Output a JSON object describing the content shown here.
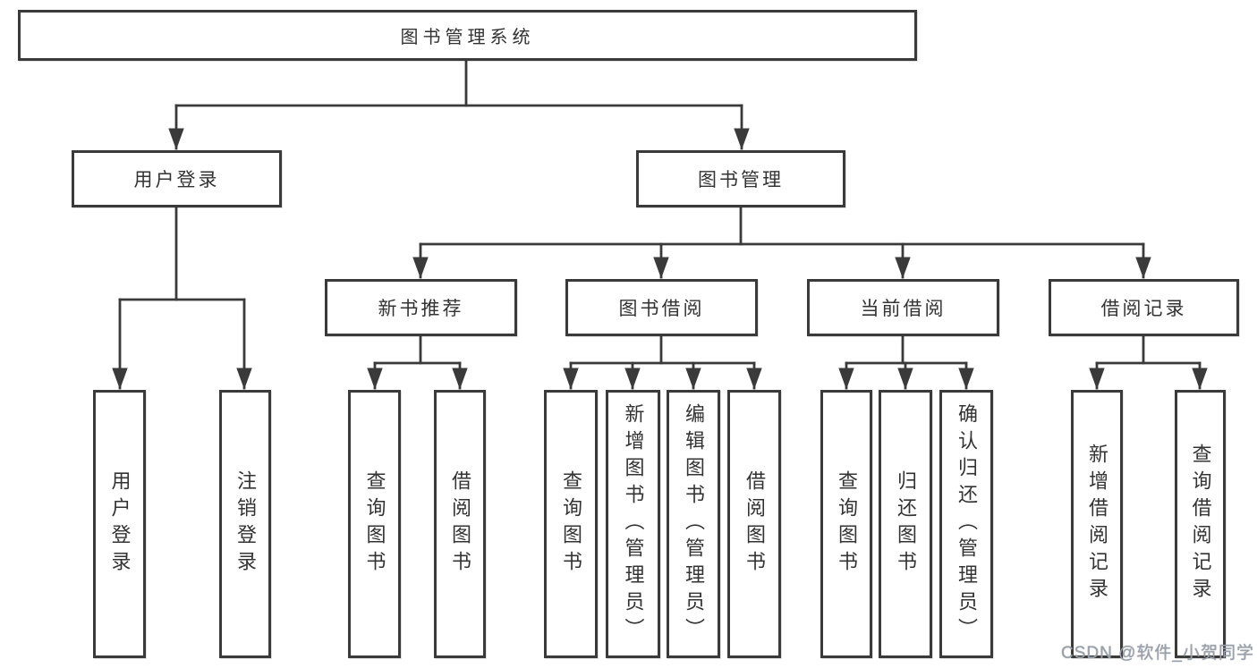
{
  "diagram": {
    "title": "图书管理系统",
    "colors": {
      "line": "#3a3a3a",
      "box_border": "#3a3a3a",
      "text": "#333333",
      "background": "#ffffff",
      "watermark": "#9ba1aa"
    },
    "nodes": {
      "root": {
        "label": "图书管理系统"
      },
      "user_login": {
        "label": "用户登录"
      },
      "book_mgmt": {
        "label": "图书管理"
      },
      "new_book_rec": {
        "label": "新书推荐"
      },
      "book_borrow": {
        "label": "图书借阅"
      },
      "current_borrow": {
        "label": "当前借阅"
      },
      "borrow_record": {
        "label": "借阅记录"
      },
      "login_action": {
        "label": "用户登录"
      },
      "logout_action": {
        "label": "注销登录"
      },
      "rec_query_books": {
        "label": "查询图书"
      },
      "rec_borrow_books": {
        "label": "借阅图书"
      },
      "bb_query_books": {
        "label": "查询图书"
      },
      "bb_add_books": {
        "label": "新增图书（管理员）"
      },
      "bb_edit_books": {
        "label": "编辑图书（管理员）"
      },
      "bb_borrow_books": {
        "label": "借阅图书"
      },
      "cb_query_books": {
        "label": "查询图书"
      },
      "cb_return_books": {
        "label": "归还图书"
      },
      "cb_confirm_return": {
        "label": "确认归还（管理员）"
      },
      "br_add_record": {
        "label": "新增借阅记录"
      },
      "br_query_record": {
        "label": "查询借阅记录"
      }
    },
    "hierarchy": [
      {
        "parent": "图书管理系统",
        "children": [
          "用户登录",
          "图书管理"
        ]
      },
      {
        "parent": "用户登录",
        "children": [
          "用户登录",
          "注销登录"
        ]
      },
      {
        "parent": "图书管理",
        "children": [
          "新书推荐",
          "图书借阅",
          "当前借阅",
          "借阅记录"
        ]
      },
      {
        "parent": "新书推荐",
        "children": [
          "查询图书",
          "借阅图书"
        ]
      },
      {
        "parent": "图书借阅",
        "children": [
          "查询图书",
          "新增图书（管理员）",
          "编辑图书（管理员）",
          "借阅图书"
        ]
      },
      {
        "parent": "当前借阅",
        "children": [
          "查询图书",
          "归还图书",
          "确认归还（管理员）"
        ]
      },
      {
        "parent": "借阅记录",
        "children": [
          "新增借阅记录",
          "查询借阅记录"
        ]
      }
    ],
    "watermark": "CSDN @软件_小贺同学"
  }
}
